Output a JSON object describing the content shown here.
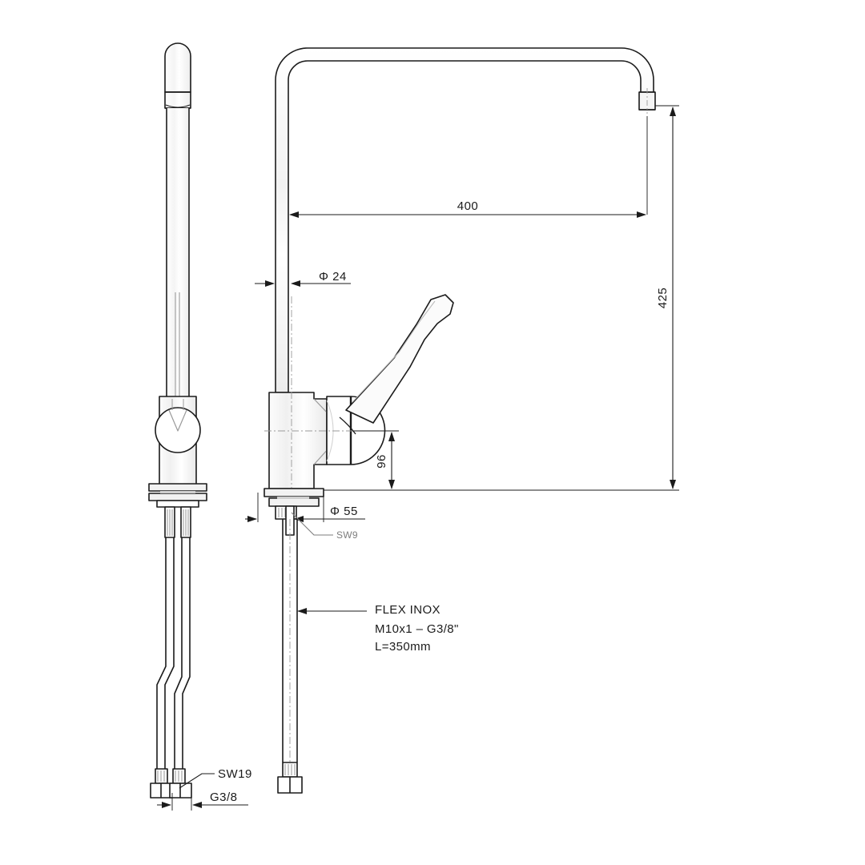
{
  "drawing": {
    "title": "Kitchen mixer tap technical dimension drawing",
    "background_color": "#ffffff",
    "line_color": "#1b1b1b",
    "views": [
      {
        "name": "front-view",
        "label": ""
      },
      {
        "name": "side-view",
        "label": ""
      }
    ]
  },
  "dimensions": {
    "spout_reach": "400",
    "total_height": "425",
    "spout_diameter": "Φ 24",
    "base_diameter": "Φ 55",
    "handle_height": "96"
  },
  "callouts": {
    "stud_wrench": "SW9",
    "hose_wrench": "SW19",
    "hose_thread": "G3/8"
  },
  "notes": {
    "line1": "FLEX INOX",
    "line2": "M10x1 – G3/8\"",
    "line3": "L=350mm"
  },
  "icons": {
    "diameter_symbol": "Φ",
    "arrow": "arrow-head"
  }
}
